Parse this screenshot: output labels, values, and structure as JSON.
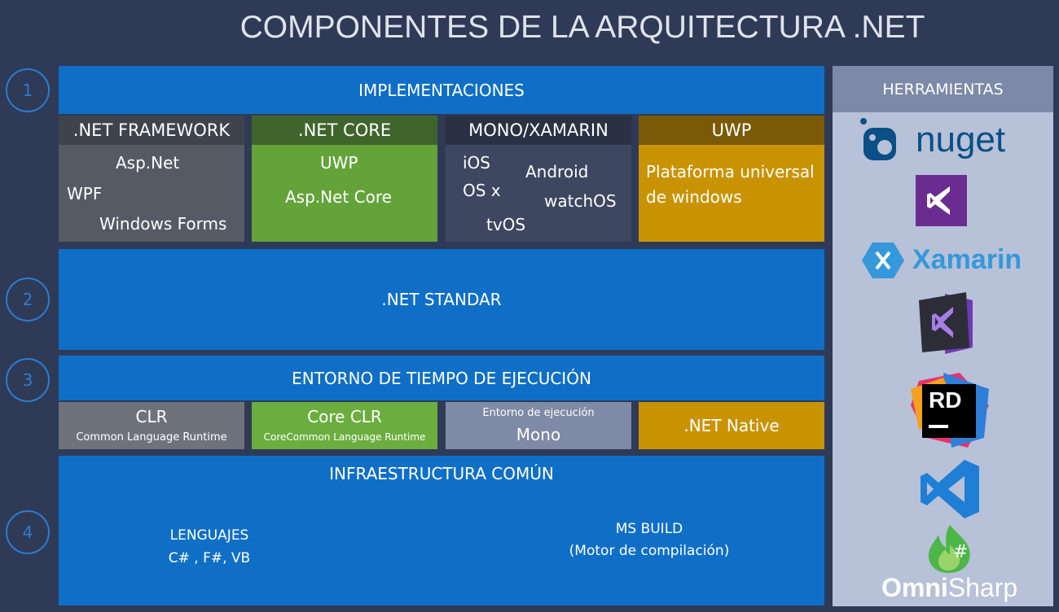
{
  "title": "COMPONENTES DE LA ARQUITECTURA .NET",
  "layers": [
    {
      "number": "1",
      "title": "IMPLEMENTACIONES"
    },
    {
      "number": "2",
      "title": ".NET STANDAR"
    },
    {
      "number": "3",
      "title": "ENTORNO DE TIEMPO DE EJECUCIÓN"
    },
    {
      "number": "4",
      "title": "INFRAESTRUCTURA COMÚN"
    }
  ],
  "implementations": {
    "framework": {
      "header": ".NET FRAMEWORK",
      "items": [
        "Asp.Net",
        "WPF",
        "Windows Forms"
      ]
    },
    "core": {
      "header": ".NET CORE",
      "items": [
        "UWP",
        "Asp.Net Core"
      ]
    },
    "mono": {
      "header": "MONO/XAMARIN",
      "items": [
        "iOS",
        "Android",
        "OS x",
        "watchOS",
        "tvOS"
      ]
    },
    "uwp": {
      "header": "UWP",
      "lines": [
        "Plataforma universal",
        "de windows"
      ]
    }
  },
  "runtimes": {
    "clr": {
      "title": "CLR",
      "subtitle": "Common Language Runtime"
    },
    "coreclr": {
      "title": "Core CLR",
      "subtitle": "CoreCommon Language Runtime"
    },
    "mono": {
      "subtitle": "Entorno de ejecución",
      "title": "Mono"
    },
    "native": {
      "title": ".NET Native"
    }
  },
  "infrastructure": {
    "languages": {
      "title": "LENGUAJES",
      "value": "C# , F#, VB"
    },
    "msbuild": {
      "title": "MS BUILD",
      "value": "(Motor de compilación)"
    }
  },
  "tools": {
    "header": "HERRAMIENTAS",
    "nuget": "nuget",
    "xamarin": "Xamarin",
    "rider": "RD",
    "omni_bold": "Omni",
    "omni_light": "Sharp",
    "items": [
      "nuget-logo",
      "visual-studio-logo",
      "xamarin-logo",
      "visual-studio-mac-logo",
      "rider-logo",
      "vscode-logo",
      "omnisharp-logo"
    ]
  },
  "colors": {
    "background": "#2f3a57",
    "blue": "#0f6fc6",
    "framework": "#555b64",
    "framework_header": "#3e444c",
    "core": "#64a33a",
    "core_header": "#40652c",
    "mono": "#3d4760",
    "mono_header": "#2a3143",
    "uwp": "#c99300",
    "uwp_header": "#7a5a06",
    "tools_panel": "#b7c1d8"
  }
}
